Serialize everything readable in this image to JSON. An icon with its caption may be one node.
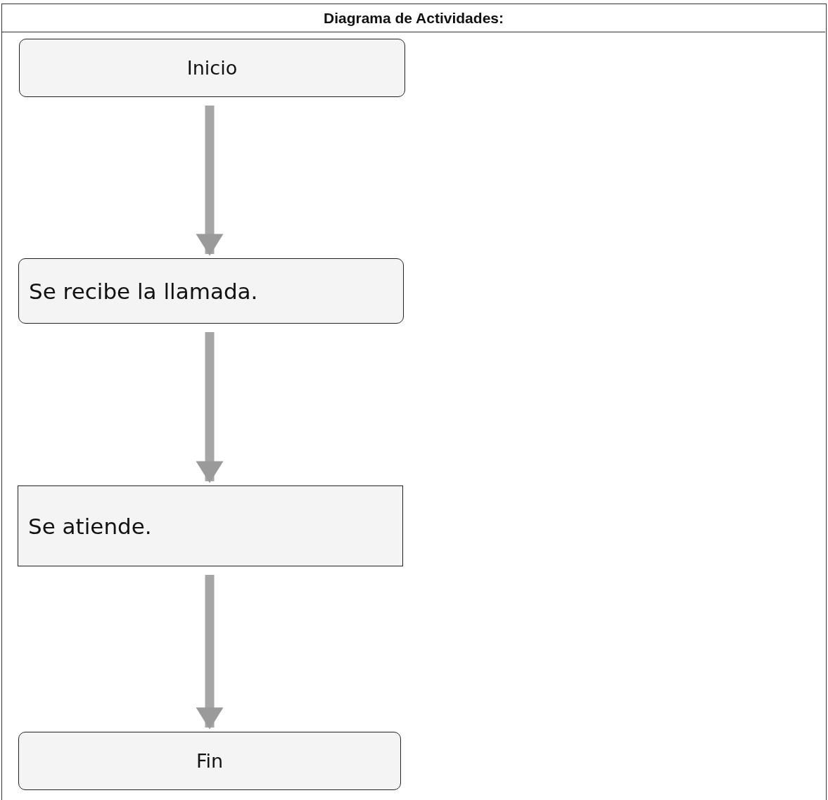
{
  "diagram": {
    "title": "Diagrama de Actividades:",
    "nodes": [
      {
        "text": [
          "Inicio"
        ]
      },
      {
        "text": [
          "Se recibe la llamada."
        ]
      },
      {
        "text": [
          "Se atiende."
        ]
      },
      {
        "text": [
          "Fin"
        ]
      }
    ],
    "edges": [
      {
        "from": 0,
        "to": 1,
        "arrow": "to"
      },
      {
        "from": 1,
        "to": 2,
        "arrow": "to"
      },
      {
        "from": 2,
        "to": 3,
        "arrow": "to"
      }
    ]
  }
}
